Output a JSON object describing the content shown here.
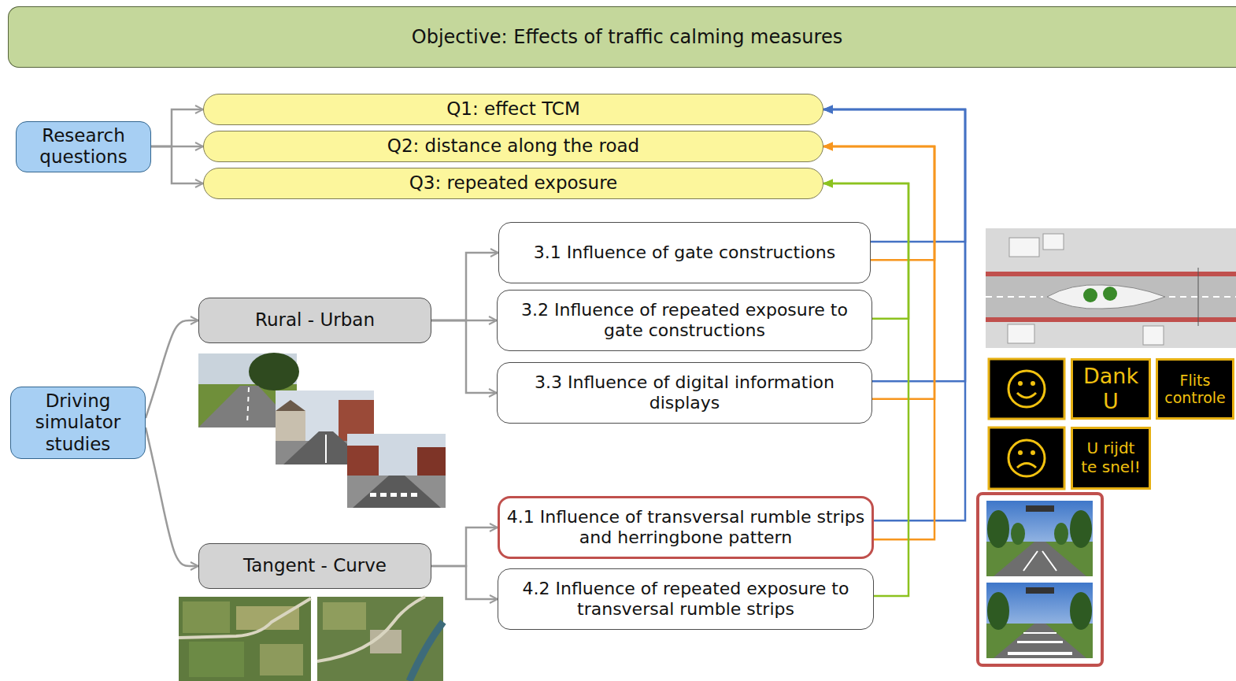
{
  "diagram": {
    "nodes": [
      {
        "text": [
          "Objective: Effects of traffic calming measures"
        ]
      },
      {
        "text": [
          "Research questions"
        ]
      },
      {
        "text": [
          "Q1: effect TCM"
        ]
      },
      {
        "text": [
          "Q2: distance along the road"
        ]
      },
      {
        "text": [
          "Q3: repeated exposure"
        ]
      },
      {
        "text": [
          "Driving simulator studies"
        ]
      },
      {
        "text": [
          "Rural - Urban"
        ]
      },
      {
        "text": [
          "Tangent - Curve"
        ]
      },
      {
        "text": [
          "3.1 Influence of gate constructions"
        ]
      },
      {
        "text": [
          "3.2 Influence of repeated exposure to gate constructions"
        ]
      },
      {
        "text": [
          "3.3 Influence of digital information displays"
        ]
      },
      {
        "text": [
          "4.1 Influence of transversal rumble strips and herringbone pattern"
        ]
      },
      {
        "text": [
          "4.2 Influence of repeated exposure to transversal rumble strips"
        ]
      },
      {
        "text": [
          "Dank U"
        ]
      },
      {
        "text": [
          "Flits controle"
        ]
      },
      {
        "text": [
          "U rijdt te snel!"
        ]
      }
    ],
    "edges": [
      {
        "from": 1,
        "to": 2,
        "arrow": "to"
      },
      {
        "from": 1,
        "to": 3,
        "arrow": "to"
      },
      {
        "from": 1,
        "to": 4,
        "arrow": "to"
      },
      {
        "from": 5,
        "to": 6,
        "arrow": "to"
      },
      {
        "from": 5,
        "to": 7,
        "arrow": "to"
      },
      {
        "from": 6,
        "to": 8,
        "arrow": "to"
      },
      {
        "from": 6,
        "to": 9,
        "arrow": "to"
      },
      {
        "from": 6,
        "to": 10,
        "arrow": "to"
      },
      {
        "from": 7,
        "to": 11,
        "arrow": "to"
      },
      {
        "from": 7,
        "to": 12,
        "arrow": "to"
      },
      {
        "from": 8,
        "to": 2,
        "arrow": "to"
      },
      {
        "from": 10,
        "to": 2,
        "arrow": "to"
      },
      {
        "from": 11,
        "to": 2,
        "arrow": "to"
      },
      {
        "from": 8,
        "to": 3,
        "arrow": "to"
      },
      {
        "from": 10,
        "to": 3,
        "arrow": "to"
      },
      {
        "from": 11,
        "to": 3,
        "arrow": "to"
      },
      {
        "from": 9,
        "to": 4,
        "arrow": "to"
      },
      {
        "from": 12,
        "to": 4,
        "arrow": "to"
      }
    ]
  }
}
